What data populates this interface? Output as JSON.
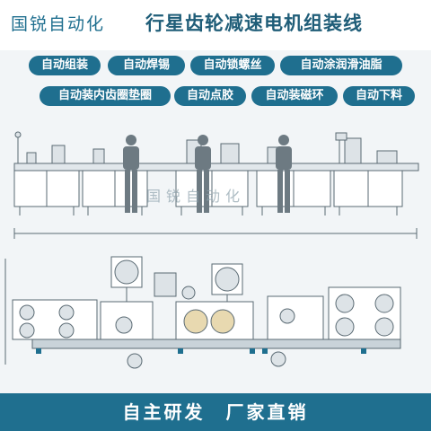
{
  "header": {
    "brand": "国锐自动化",
    "title": "行星齿轮减速电机组装线"
  },
  "features": [
    "自动组装",
    "自动焊锡",
    "自动锁螺丝",
    "自动涂润滑油脂",
    "自动装内齿圈垫圈",
    "自动点胶",
    "自动装磁环",
    "自动下料"
  ],
  "illustration": {
    "watermark": "国锐自动化"
  },
  "footer": {
    "slogan": "自主研发　厂家直销"
  },
  "colors": {
    "accent": "#1f6f8f",
    "line": "#5a6a73",
    "frame": "#c9d3d9"
  }
}
